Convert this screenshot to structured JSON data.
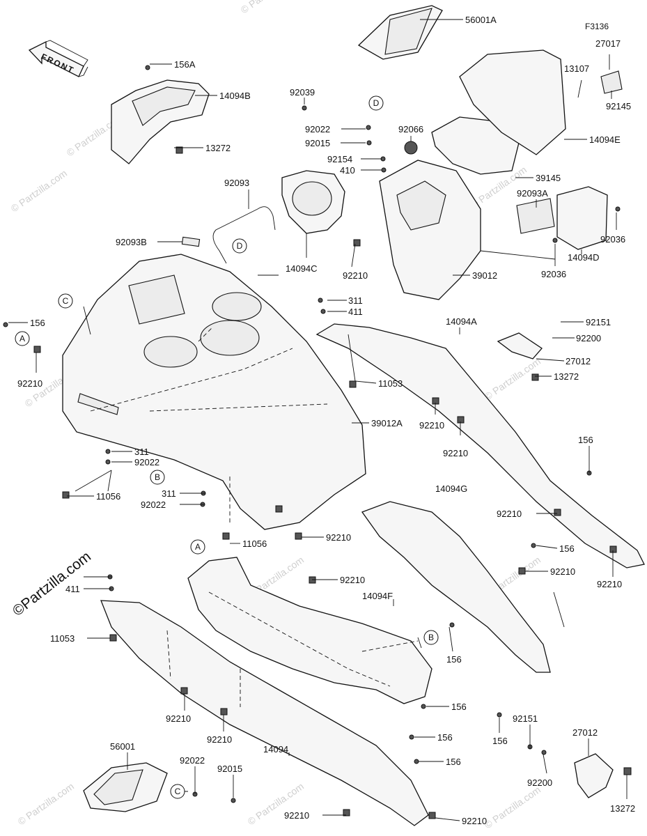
{
  "figure_id": "F3136",
  "front_label": "FRONT",
  "watermark": "© Partzilla.com",
  "logo_text": "©Partzilla.com",
  "callouts": [
    "A",
    "B",
    "C",
    "D"
  ],
  "labels": {
    "p56001A": "56001A",
    "p156A": "156A",
    "p14094B": "14094B",
    "p13272a": "13272",
    "p92039": "92039",
    "p92022a": "92022",
    "p92015a": "92015",
    "p92066": "92066",
    "p92154": "92154",
    "p410": "410",
    "p27017": "27017",
    "p13107": "13107",
    "p92145": "92145",
    "p14094E": "14094E",
    "p39145": "39145",
    "p92093": "92093",
    "p92093B": "92093B",
    "p14094C": "14094C",
    "p92210a": "92210",
    "p92093A": "92093A",
    "p92036a": "92036",
    "p14094D": "14094D",
    "p92036b": "92036",
    "p39012": "39012",
    "p156a": "156",
    "p92210b": "92210",
    "p311a": "311",
    "p411a": "411",
    "p14094A": "14094A",
    "p92151a": "92151",
    "p92200a": "92200",
    "p27012a": "27012",
    "p13272b": "13272",
    "p11053a": "11053",
    "p39012A": "39012A",
    "p92210c": "92210",
    "p92210d": "92210",
    "p311b": "311",
    "p92022b": "92022",
    "p156b": "156",
    "p11056a": "11056",
    "p311c": "311",
    "p92022c": "92022",
    "p14094G": "14094G",
    "p92210e": "92210",
    "p156c": "156",
    "p11056b": "11056",
    "p92210f": "92210",
    "p92210g": "92210",
    "p92210h": "92210",
    "p92210i": "92210",
    "p411b": "411",
    "p14094F": "14094F",
    "p11053b": "11053",
    "p156d": "156",
    "p156e": "156",
    "p156f": "156",
    "p156g": "156",
    "p156h": "156",
    "p92210j": "92210",
    "p92210k": "92210",
    "p92151b": "92151",
    "p27012b": "27012",
    "p56001": "56001",
    "p92022d": "92022",
    "p92015b": "92015",
    "p14094": "14094",
    "p92200b": "92200",
    "p13272c": "13272",
    "p92210l": "92210",
    "p92210m": "92210"
  }
}
